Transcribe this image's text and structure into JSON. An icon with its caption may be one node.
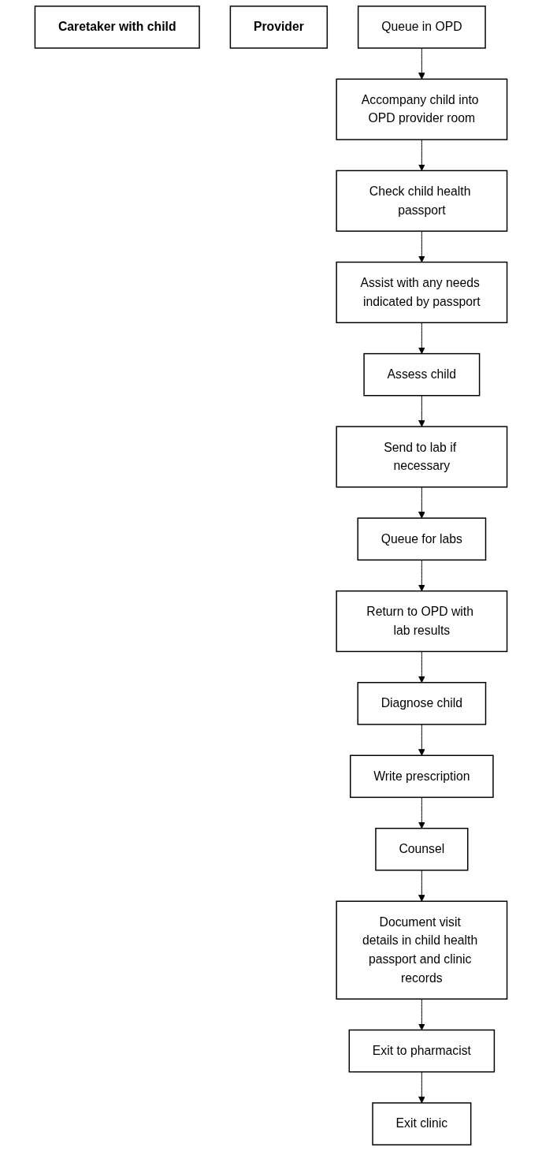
{
  "diagram": {
    "nodes": [
      {
        "text": [
          "Caretaker with child"
        ]
      },
      {
        "text": [
          "Provider"
        ]
      },
      {
        "text": [
          "Queue in OPD"
        ]
      },
      {
        "text": [
          "Accompany child into OPD provider room"
        ]
      },
      {
        "text": [
          "Check child health passport"
        ]
      },
      {
        "text": [
          "Assist with any needs indicated by passport"
        ]
      },
      {
        "text": [
          "Assess child"
        ]
      },
      {
        "text": [
          "Send to lab if necessary"
        ]
      },
      {
        "text": [
          "Queue for labs"
        ]
      },
      {
        "text": [
          "Return to OPD with lab results"
        ]
      },
      {
        "text": [
          "Diagnose child"
        ]
      },
      {
        "text": [
          "Write prescription"
        ]
      },
      {
        "text": [
          "Counsel"
        ]
      },
      {
        "text": [
          "Document visit details in child health passport and clinic records"
        ]
      },
      {
        "text": [
          "Exit to pharmacist"
        ]
      },
      {
        "text": [
          "Exit clinic"
        ]
      }
    ],
    "edges": [
      {
        "from": 2,
        "to": 3,
        "arrow": "to"
      },
      {
        "from": 3,
        "to": 4,
        "arrow": "to"
      },
      {
        "from": 4,
        "to": 5,
        "arrow": "to"
      },
      {
        "from": 5,
        "to": 6,
        "arrow": "to"
      },
      {
        "from": 6,
        "to": 7,
        "arrow": "to"
      },
      {
        "from": 7,
        "to": 8,
        "arrow": "to"
      },
      {
        "from": 8,
        "to": 9,
        "arrow": "to"
      },
      {
        "from": 9,
        "to": 10,
        "arrow": "to"
      },
      {
        "from": 10,
        "to": 11,
        "arrow": "to"
      },
      {
        "from": 11,
        "to": 12,
        "arrow": "to"
      },
      {
        "from": 12,
        "to": 13,
        "arrow": "to"
      },
      {
        "from": 13,
        "to": 14,
        "arrow": "to"
      },
      {
        "from": 14,
        "to": 15,
        "arrow": "to"
      }
    ]
  }
}
